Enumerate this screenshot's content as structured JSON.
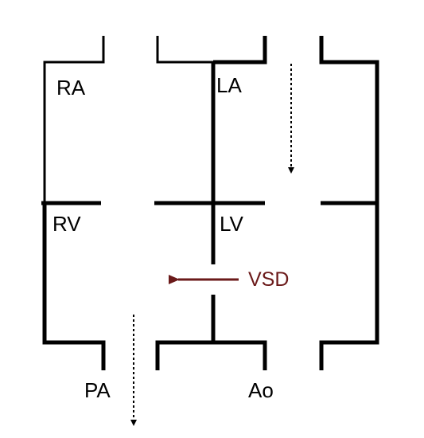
{
  "labels": {
    "ra": "RA",
    "la": "LA",
    "rv": "RV",
    "lv": "LV",
    "vsd": "VSD",
    "pa": "PA",
    "ao": "Ao"
  },
  "colors": {
    "wall": "#000000",
    "vsd": "#6b1a1a",
    "background": "#ffffff"
  },
  "icons": {
    "vsd_arrow": "arrow-left-icon",
    "flow_arrows": "dotted-arrow-down-icon"
  }
}
